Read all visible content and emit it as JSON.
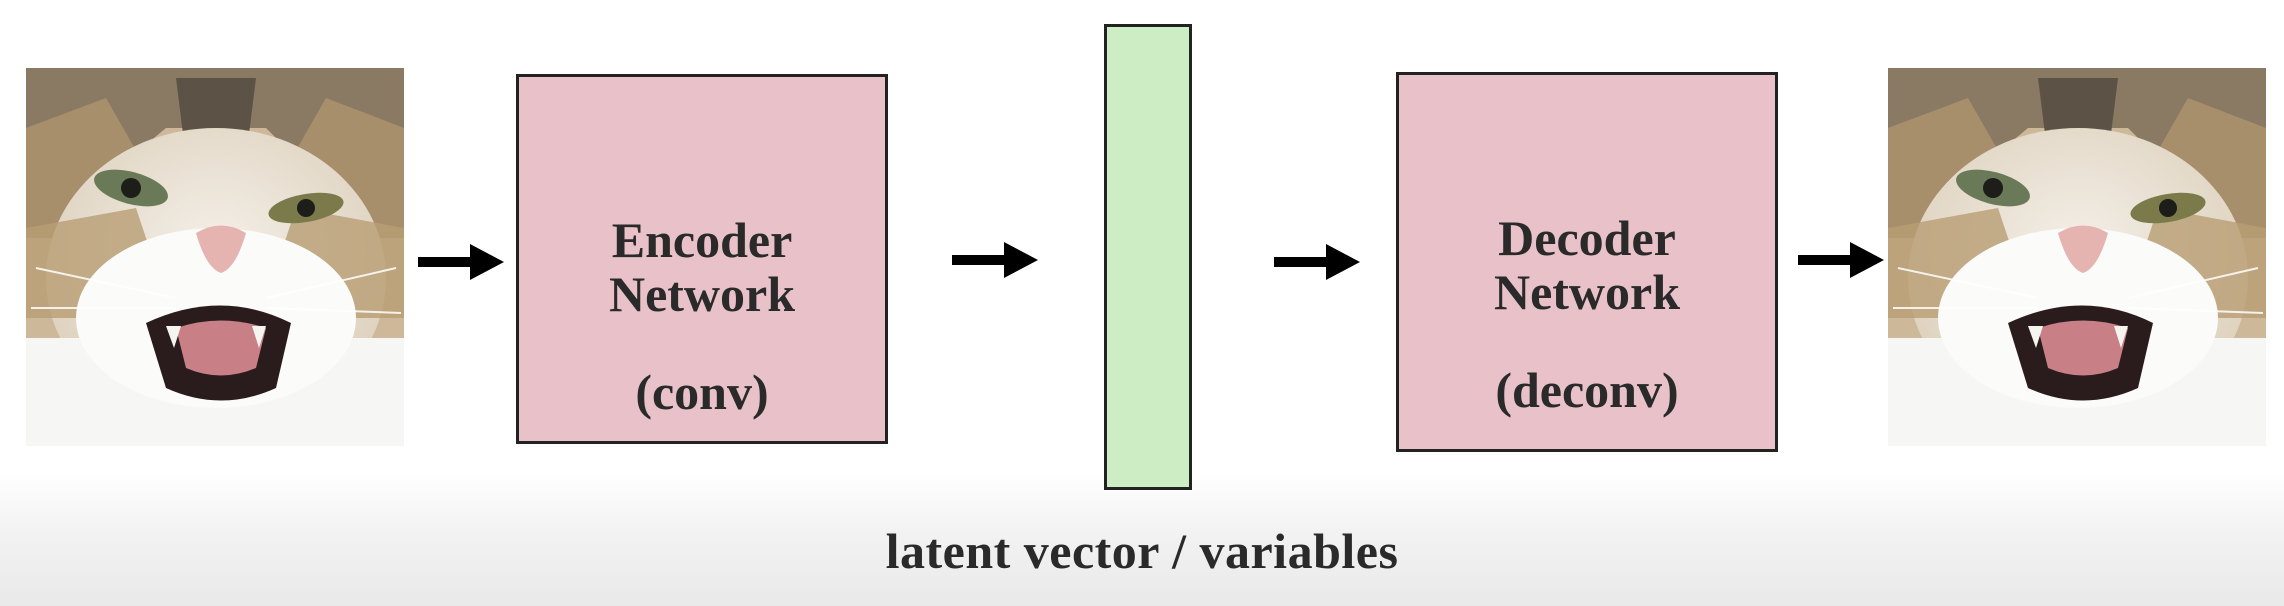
{
  "diagram": {
    "encoder": {
      "line1": "Encoder",
      "line2": "Network",
      "sub": "(conv)"
    },
    "decoder": {
      "line1": "Decoder",
      "line2": "Network",
      "sub": "(deconv)"
    },
    "latent_caption": "latent vector / variables"
  },
  "colors": {
    "network_fill": "#e8c1c9",
    "latent_fill": "#cdeec5",
    "border": "#222222",
    "arrow": "#000000"
  }
}
